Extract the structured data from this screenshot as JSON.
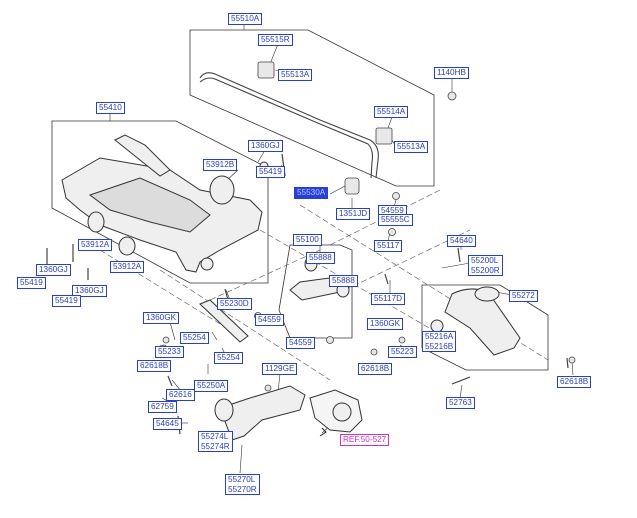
{
  "colors": {
    "label_border": "#2740c8",
    "label_text": "#2a3fb8",
    "selected_fill": "#2740d8",
    "ref_color": "#d02fc8",
    "line": "#333333"
  },
  "labels": {
    "p55510A": "55510A",
    "p55515R": "55515R",
    "p55513A_top": "55513A",
    "p1140HB": "1140HB",
    "p55514A": "55514A",
    "p55513A_right": "55513A",
    "p55410": "55410",
    "p1360GJ_top": "1360GJ",
    "p53912B": "53912B",
    "p55419_mid": "55419",
    "p55530A": "55530A",
    "p1351JD": "1351JD",
    "p54559_a": "54559",
    "p55555C": "55555C",
    "p53912A_left": "53912A",
    "p53912A_mid": "53912A",
    "p55117": "55117",
    "p1360GJ_left": "1360GJ",
    "p55419_left": "55419",
    "p1360GJ_b": "1360GJ",
    "p55419_b": "55419",
    "p55100": "55100",
    "p55888": "55888",
    "p55888_b": "55888",
    "p54640": "54640",
    "p55200": "55200L\n55200R",
    "p55272": "55272",
    "p55117D": "55117D",
    "p55230D": "55230D",
    "p1360GK_left": "1360GK",
    "p54559_b": "54559",
    "p55254_a": "55254",
    "p54559_c": "54559",
    "p1360GK_right": "1360GK",
    "p55216": "55216A\n55216B",
    "p55233": "55233",
    "p55223": "55223",
    "p62618B_left": "62618B",
    "p55254_b": "55254",
    "p62618B_mid": "62618B",
    "p62618B_right": "62618B",
    "p1129GE": "1129GE",
    "p55250A": "55250A",
    "p62616": "62616",
    "p62759": "62759",
    "p52763": "52763",
    "p54645": "54645",
    "p55274": "55274L\n55274R",
    "p55270": "55270L\n55270R",
    "ref": "REF.50-527"
  }
}
